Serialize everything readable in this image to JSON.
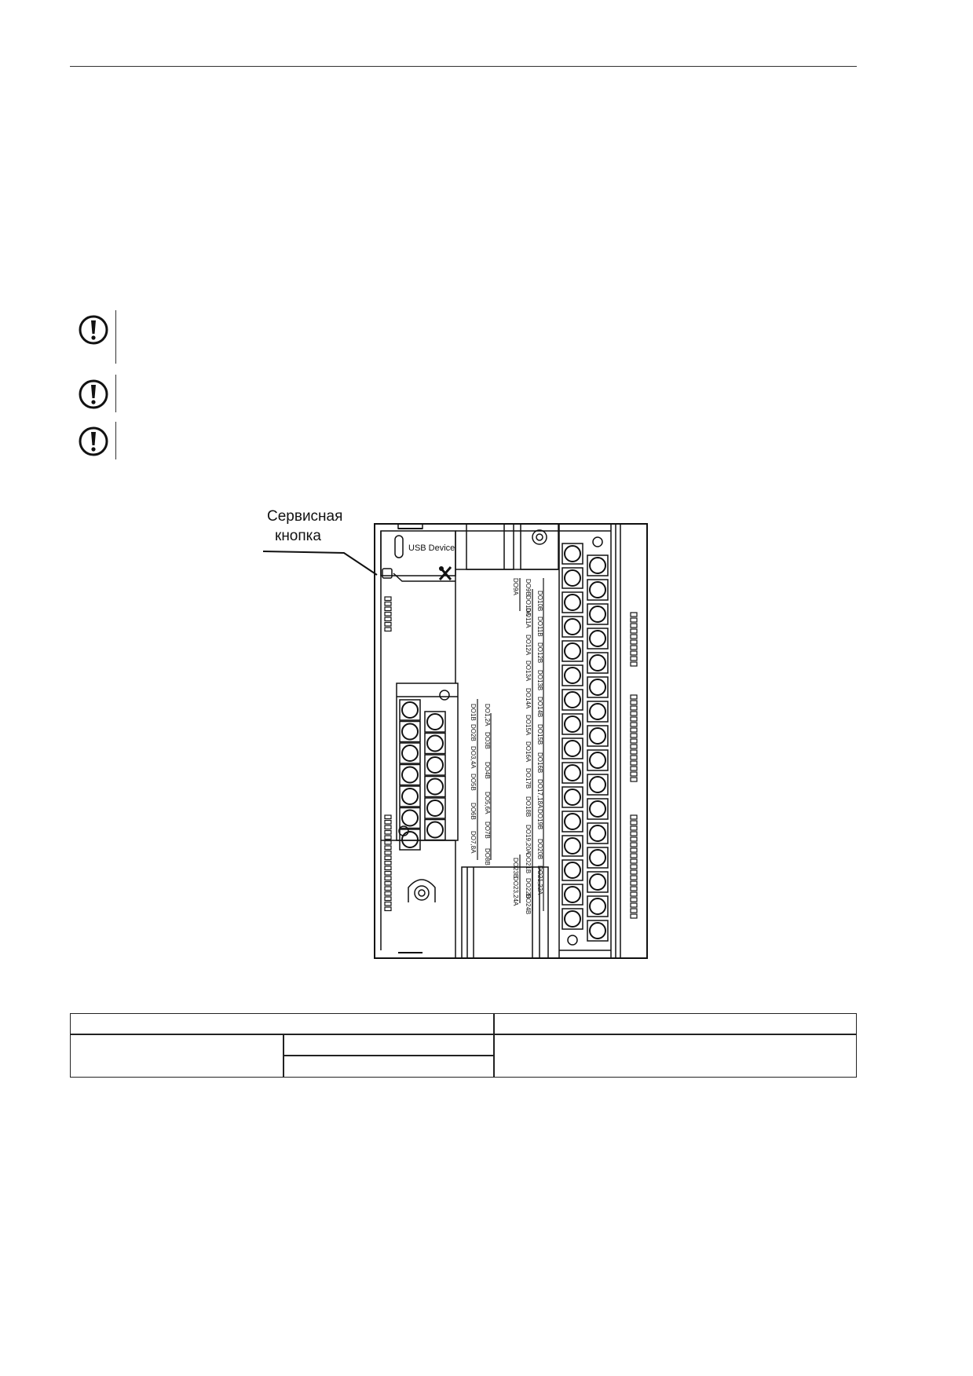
{
  "figure": {
    "callout_line1": "Сервисная",
    "callout_line2": "кнопка",
    "usb_label": "USB Device",
    "left_terminal_labels": [
      "DO1B",
      "DO1,2A",
      "DO2B",
      "DO3B",
      "DO3,4A",
      "DO4B",
      "DO5B",
      "DO5,6A",
      "DO6B",
      "DO7B",
      "DO7,8A",
      "DO8B"
    ],
    "right_terminal_labels": [
      "DO9A",
      "DO9B",
      "DO10A",
      "DO10B",
      "DO11A",
      "DO11B",
      "DO12A",
      "DO12B",
      "DO13A",
      "DO13B",
      "DO14A",
      "DO14B",
      "DO15A",
      "DO15B",
      "DO16A",
      "DO16B",
      "DO17B",
      "DO17,18A",
      "DO18B",
      "DO19B",
      "DO19,20A",
      "DO20B",
      "DO21B",
      "DO21,22A",
      "DO22B",
      "DO23B",
      "DO23,24A",
      "DO24B"
    ]
  },
  "notes": [
    {
      "icon": "warning-exclamation-icon"
    },
    {
      "icon": "warning-exclamation-icon"
    },
    {
      "icon": "warning-exclamation-icon"
    }
  ],
  "colors": {
    "line": "#1a1a1a",
    "background": "#ffffff"
  }
}
